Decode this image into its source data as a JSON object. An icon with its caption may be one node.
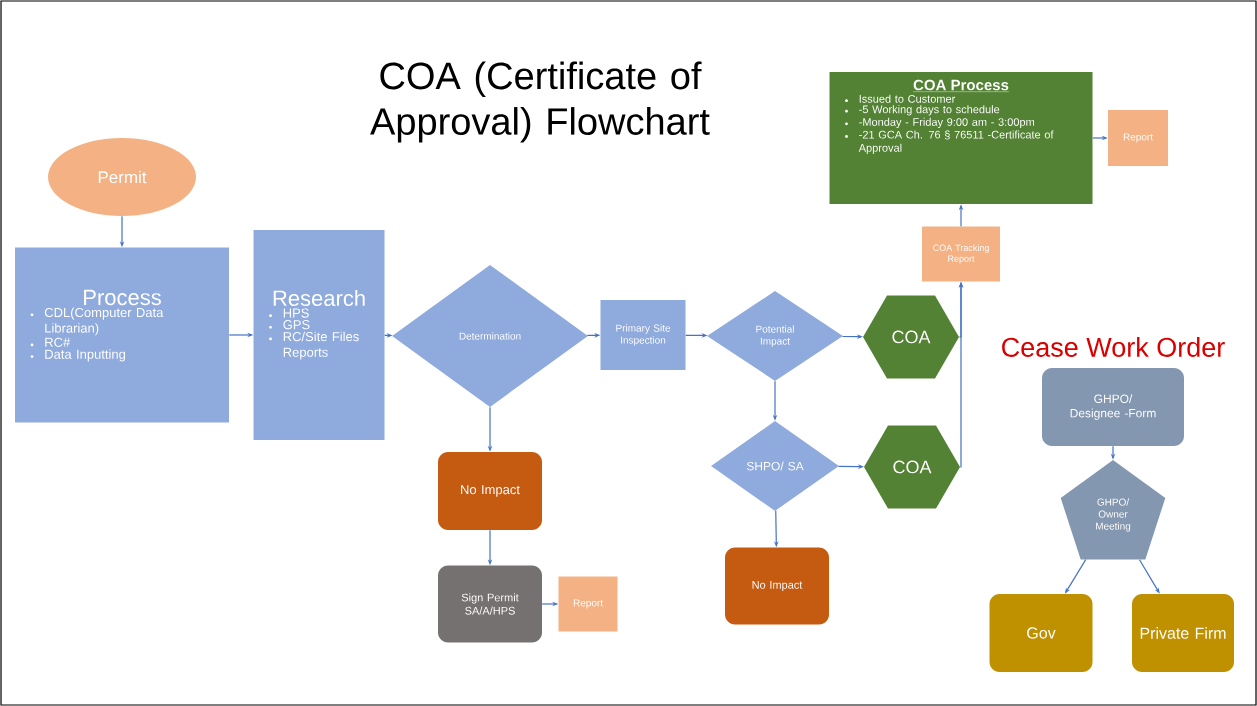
{
  "diagram": {
    "title": "COA (Certificate of Approval) Flowchart",
    "nodes": [
      {
        "text": [
          "Permit"
        ]
      },
      {
        "text": [
          "Process",
          "CDL(Computer Data Librarian)",
          "RC#",
          "Data Inputting"
        ]
      },
      {
        "text": [
          "Research",
          "HPS",
          "GPS",
          "RC/Site Files Reports"
        ]
      },
      {
        "text": [
          "Determination"
        ]
      },
      {
        "text": [
          "Primary Site Inspection"
        ]
      },
      {
        "text": [
          "Potential Impact"
        ]
      },
      {
        "text": [
          "COA"
        ]
      },
      {
        "text": [
          "SHPO/ SA"
        ]
      },
      {
        "text": [
          "COA"
        ]
      },
      {
        "text": [
          "No Impact"
        ]
      },
      {
        "text": [
          "Sign Permit SA/A/HPS"
        ]
      },
      {
        "text": [
          "Report"
        ]
      },
      {
        "text": [
          "No Impact"
        ]
      },
      {
        "text": [
          "COA Tracking Report"
        ]
      },
      {
        "text": [
          "COA Process",
          "Issued to Customer",
          "-5 Working days to schedule",
          "-Monday - Friday 9:00 am - 3:00pm",
          "-21 GCA Ch. 76 § 76511 -Certificate of Approval"
        ]
      },
      {
        "text": [
          "Report"
        ]
      },
      {
        "text": [
          "GHPO/ Designee -Form"
        ]
      },
      {
        "text": [
          "GHPO/ Owner Meeting"
        ]
      },
      {
        "text": [
          "Gov"
        ]
      },
      {
        "text": [
          "Private Firm"
        ]
      }
    ],
    "edges": [
      {
        "from": 0,
        "to": 1,
        "arrow": "to"
      },
      {
        "from": 1,
        "to": 2,
        "arrow": "to"
      },
      {
        "from": 2,
        "to": 3,
        "arrow": "to"
      },
      {
        "from": 3,
        "to": 4,
        "arrow": "to"
      },
      {
        "from": 4,
        "to": 5,
        "arrow": "to"
      },
      {
        "from": 5,
        "to": 6,
        "arrow": "to"
      },
      {
        "from": 5,
        "to": 7,
        "arrow": "to"
      },
      {
        "from": 7,
        "to": 8,
        "arrow": "to"
      },
      {
        "from": 3,
        "to": 9,
        "arrow": "to"
      },
      {
        "from": 9,
        "to": 10,
        "arrow": "to"
      },
      {
        "from": 10,
        "to": 11,
        "arrow": "to"
      },
      {
        "from": 7,
        "to": 12,
        "arrow": "to"
      },
      {
        "from": 6,
        "to": 13,
        "arrow": "to"
      },
      {
        "from": 8,
        "to": 13,
        "arrow": "to"
      },
      {
        "from": 13,
        "to": 14,
        "arrow": "to"
      },
      {
        "from": 14,
        "to": 15,
        "arrow": "to"
      },
      {
        "from": 16,
        "to": 17,
        "arrow": "to"
      },
      {
        "from": 17,
        "to": 18,
        "arrow": "to"
      },
      {
        "from": 17,
        "to": 19,
        "arrow": "to"
      }
    ],
    "labels": [
      "Cease Work Order"
    ]
  }
}
